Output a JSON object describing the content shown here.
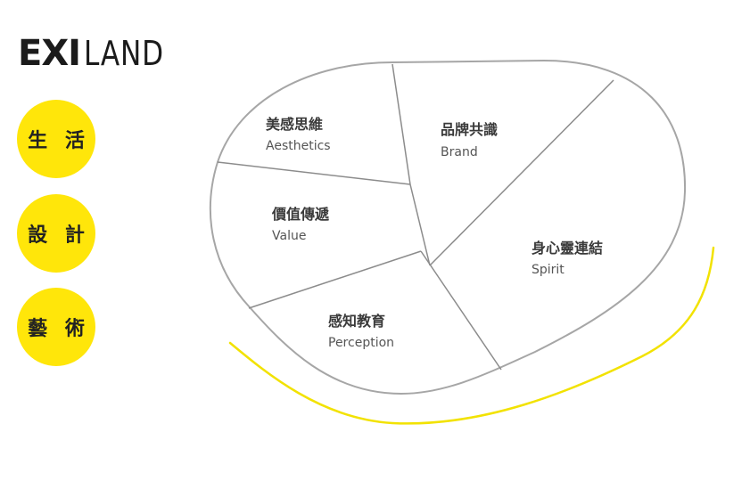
{
  "logo": {
    "bold": "EXI",
    "light": "LAND"
  },
  "circles": [
    {
      "label": "生 活"
    },
    {
      "label": "設 計"
    },
    {
      "label": "藝 術"
    }
  ],
  "sections": {
    "aesthetics": {
      "title": "美感思維",
      "subtitle": "Aesthetics"
    },
    "brand": {
      "title": "品牌共識",
      "subtitle": "Brand"
    },
    "value": {
      "title": "價值傳遞",
      "subtitle": "Value"
    },
    "spirit": {
      "title": "身心靈連結",
      "subtitle": "Spirit"
    },
    "perception": {
      "title": "感知教育",
      "subtitle": "Perception"
    }
  },
  "colors": {
    "accent": "#ffe60a",
    "outline": "#a6a6a6",
    "text": "#222222"
  }
}
